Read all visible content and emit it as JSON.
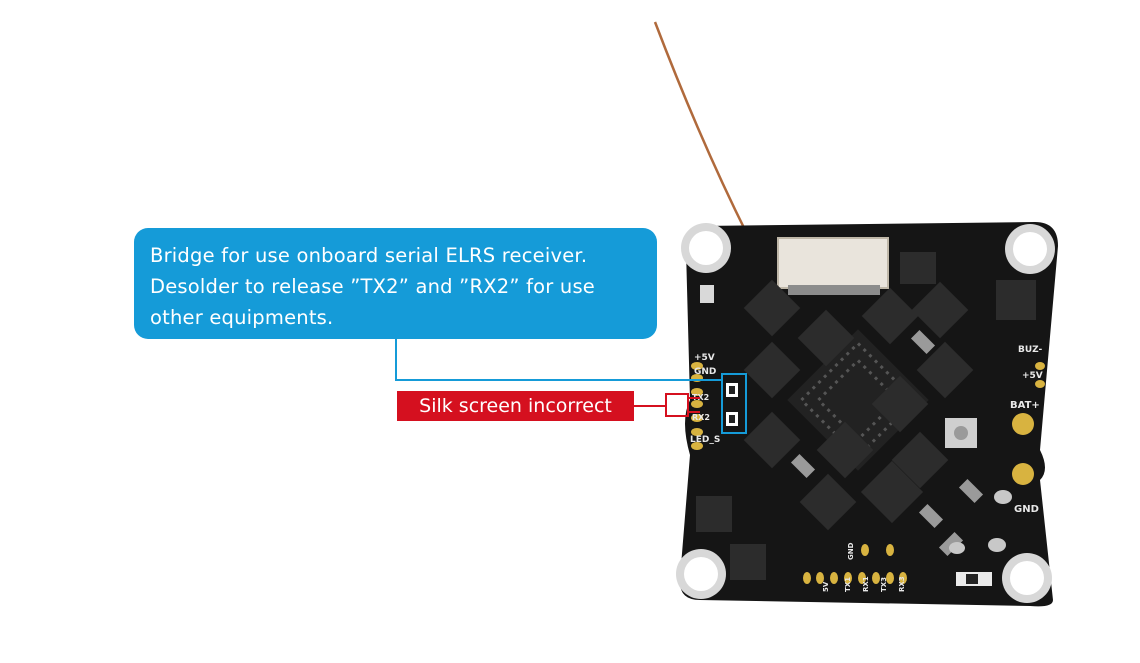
{
  "callout_bridge": {
    "lines": [
      "Bridge for use onboard serial ELRS receiver.",
      "Desolder to release ”TX2” and ”RX2” for use",
      "other equipments."
    ],
    "color": "#159bd8"
  },
  "callout_silk": {
    "text": "Silk screen incorrect",
    "color": "#d5101f"
  },
  "board_labels": {
    "plus5v_left": "+5V",
    "gnd_left": "GND",
    "tx2": "TX2",
    "rx2": "RX2",
    "led_s": "LED_S",
    "buz": "BUZ-",
    "plus5v_right": "+5V",
    "bat_plus": "BAT+",
    "gnd_right": "GND",
    "bottom_gnd": "GND",
    "bottom_5v": "5V",
    "bottom_tx1": "TX1",
    "bottom_rx1": "RX1",
    "bottom_tx3": "TX3",
    "bottom_rx3": "RX3"
  }
}
